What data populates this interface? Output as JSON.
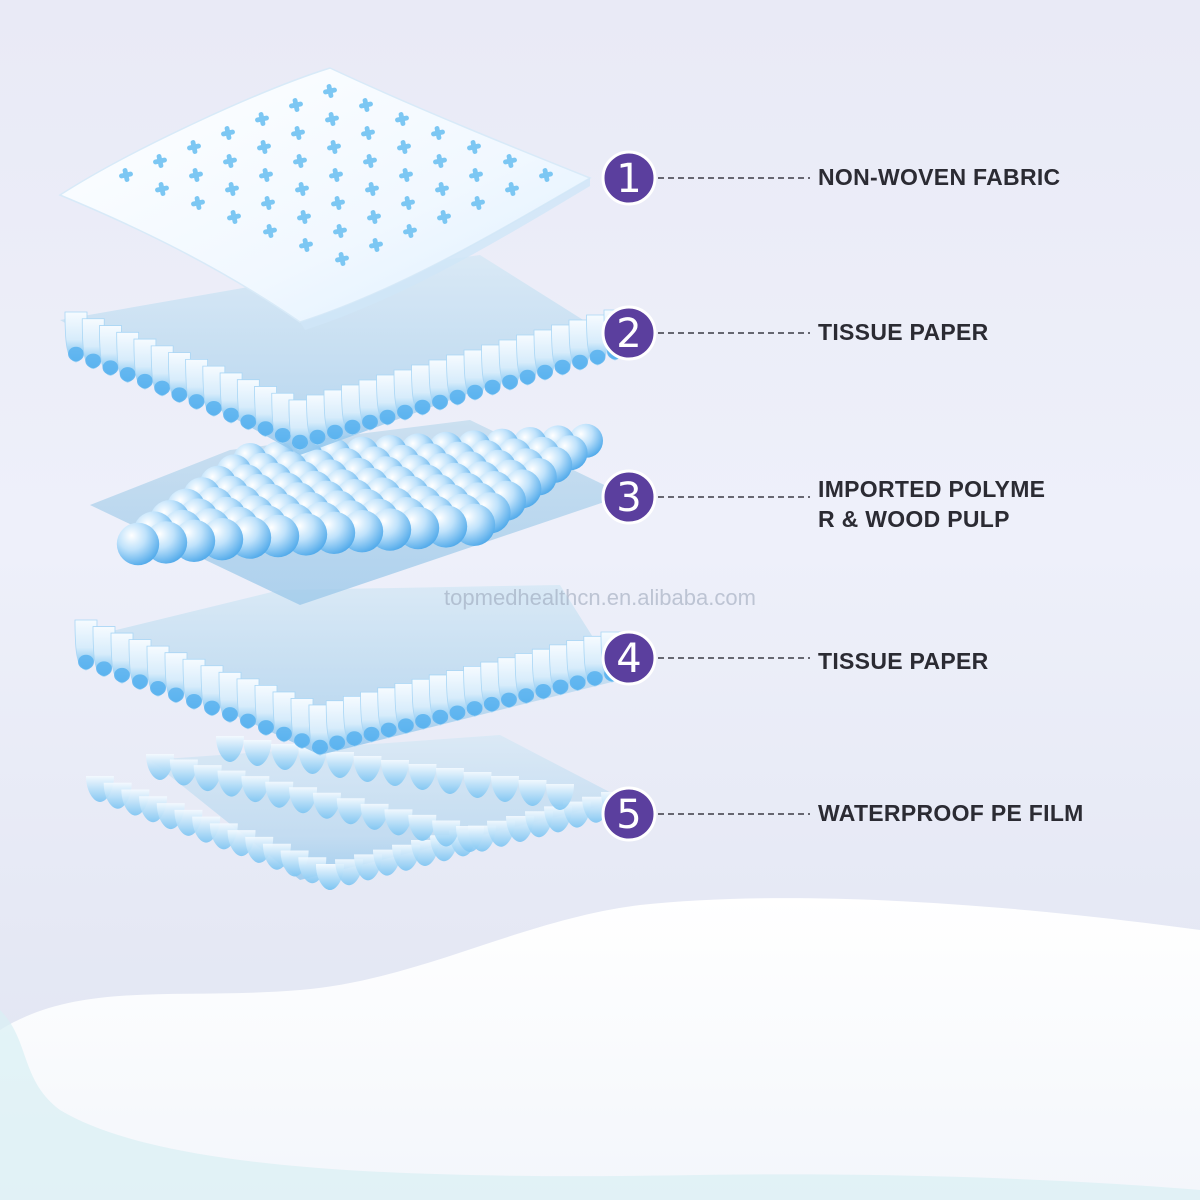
{
  "layers": [
    {
      "number": "1",
      "lines": [
        "NON-WOVEN FABRIC"
      ]
    },
    {
      "number": "2",
      "lines": [
        "TISSUE PAPER"
      ]
    },
    {
      "number": "3",
      "lines": [
        "IMPORTED POLYME",
        "R & WOOD PULP"
      ]
    },
    {
      "number": "4",
      "lines": [
        "TISSUE PAPER"
      ]
    },
    {
      "number": "5",
      "lines": [
        "WATERPROOF PE FILM"
      ]
    }
  ],
  "watermark": "topmedhealthcn.en.alibaba.com",
  "colors": {
    "badge": "#5b3f9e",
    "leader": "#3a3a44",
    "label_text": "#2b2b33",
    "layer_blue": "#5fb7ef",
    "layer_light": "#eef8ff"
  }
}
